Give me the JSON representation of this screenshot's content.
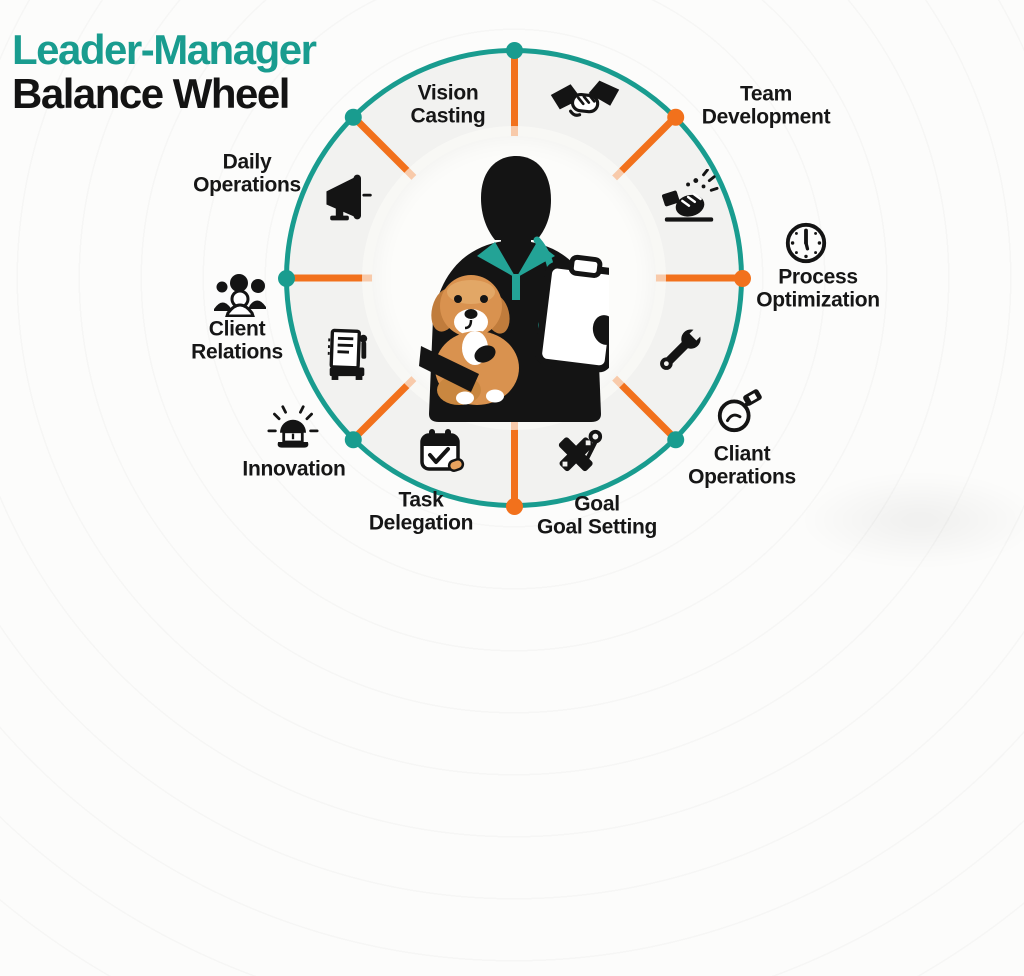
{
  "title": {
    "line1": "Leader-Manager",
    "line2": "Balance Wheel"
  },
  "colors": {
    "teal": "#199C8F",
    "orange": "#F2711C",
    "label_text": "#161616",
    "title_black": "#131313",
    "wheel_band": "#F2F2F0",
    "inner_circle": "#FCFCFA",
    "dog_tan": "#D9924F",
    "background": "#FCFCFB"
  },
  "labels": {
    "vision_casting": {
      "line1": "Vision",
      "line2": "Casting"
    },
    "team_development": {
      "line1": "Team",
      "line2": "Development"
    },
    "daily_operations": {
      "line1": "Daily",
      "line2": "Operations"
    },
    "process_optimization": {
      "line1": "Process",
      "line2": "Optimization"
    },
    "client_relations": {
      "line1": "Client",
      "line2": "Relations"
    },
    "innovation": {
      "line1": "Innovation",
      "line2": ""
    },
    "task_delegation": {
      "line1": "Task",
      "line2": "Delegation"
    },
    "goal_setting": {
      "line1": "Goal",
      "line2": "Goal Setting"
    },
    "cliant_operations": {
      "line1": "Cliant",
      "line2": "Operations"
    }
  },
  "icons": {
    "inside_wheel": [
      "megaphone-icon",
      "handshake-icon",
      "celebration-hand-icon",
      "document-icon",
      "wrench-icon",
      "calendar-check-icon",
      "crossed-tools-icon"
    ],
    "outside_wheel": [
      "people-icon",
      "innovation-lamp-icon",
      "clock-icon",
      "gauge-icon"
    ],
    "center_illustration": "vet-with-dog-and-clipboard"
  },
  "wheel": {
    "spoke_color": "#F2711C",
    "nodes": [
      {
        "angle_deg": 0,
        "color": "#199C8F"
      },
      {
        "angle_deg": 45,
        "color": "#F2711C"
      },
      {
        "angle_deg": 90,
        "color": "#F2711C"
      },
      {
        "angle_deg": 135,
        "color": "#199C8F"
      },
      {
        "angle_deg": 180,
        "color": "#F2711C"
      },
      {
        "angle_deg": 225,
        "color": "#199C8F"
      },
      {
        "angle_deg": 270,
        "color": "#199C8F"
      },
      {
        "angle_deg": 315,
        "color": "#199C8F"
      }
    ]
  }
}
